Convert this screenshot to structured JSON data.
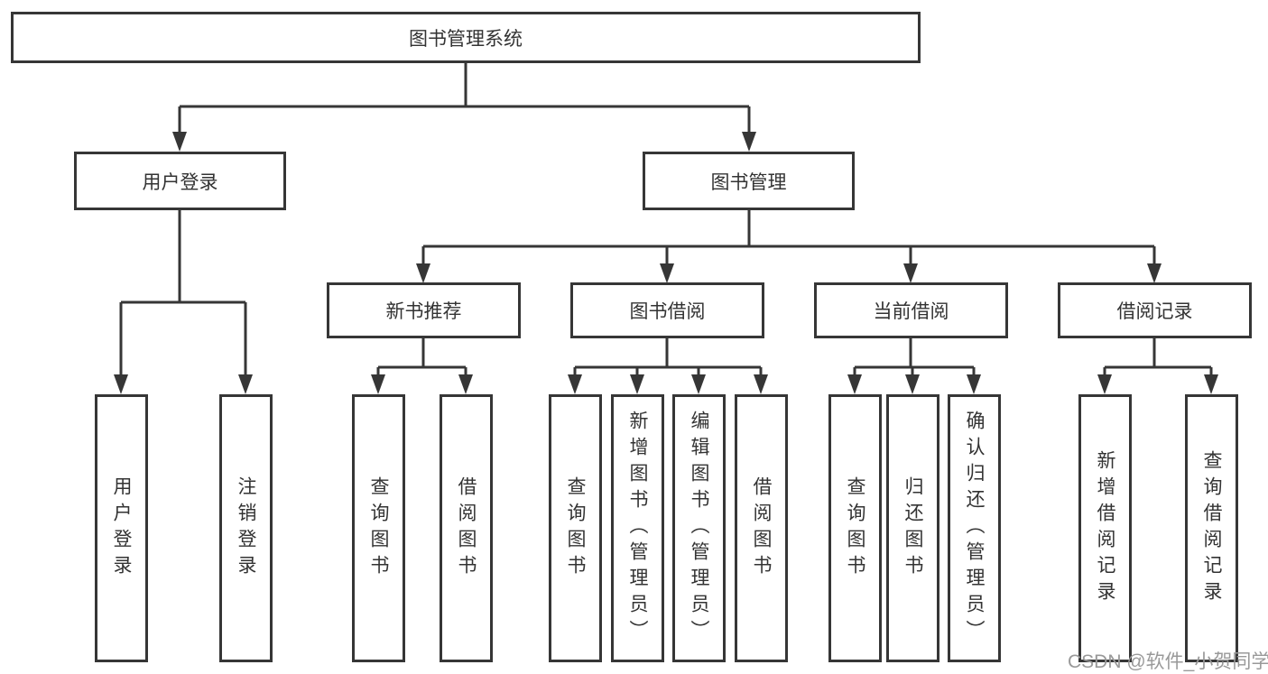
{
  "tree": {
    "root": {
      "label": "图书管理系统",
      "children": [
        {
          "label": "用户登录",
          "children": [
            {
              "label": "用户登录"
            },
            {
              "label": "注销登录"
            }
          ]
        },
        {
          "label": "图书管理",
          "children": [
            {
              "label": "新书推荐",
              "children": [
                {
                  "label": "查询图书"
                },
                {
                  "label": "借阅图书"
                }
              ]
            },
            {
              "label": "图书借阅",
              "children": [
                {
                  "label": "查询图书"
                },
                {
                  "label": "新增图书（管理员）"
                },
                {
                  "label": "编辑图书（管理员）"
                },
                {
                  "label": "借阅图书"
                }
              ]
            },
            {
              "label": "当前借阅",
              "children": [
                {
                  "label": "查询图书"
                },
                {
                  "label": "归还图书"
                },
                {
                  "label": "确认归还（管理员）"
                }
              ]
            },
            {
              "label": "借阅记录",
              "children": [
                {
                  "label": "新增借阅记录"
                },
                {
                  "label": "查询借阅记录"
                }
              ]
            }
          ]
        }
      ]
    }
  },
  "watermark": "CSDN @软件_小贺同学",
  "colors": {
    "line": "#363636",
    "text": "#333333",
    "box_background": "#ffffff",
    "watermark": "#999999"
  }
}
